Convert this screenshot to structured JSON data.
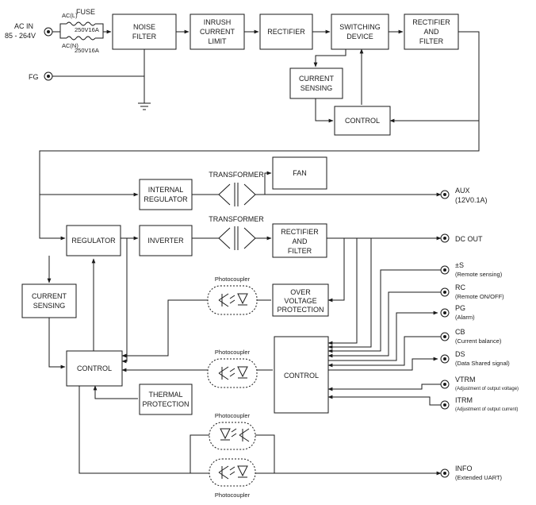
{
  "input": {
    "ac_in": "AC IN",
    "ac_range": "85 - 264V",
    "fuse_title": "FUSE",
    "fuse_l": "AC(L)",
    "fuse_n": "AC(N)",
    "fuse_rating_l": "250V16A",
    "fuse_rating_n": "250V16A",
    "fg": "FG"
  },
  "blocks": {
    "noise_filter": [
      "NOISE",
      "FILTER"
    ],
    "inrush": [
      "INRUSH",
      "CURRENT",
      "LIMIT"
    ],
    "rectifier1": [
      "RECTIFIER"
    ],
    "switching": [
      "SWITCHING",
      "DEVICE"
    ],
    "rect_filter1": [
      "RECTIFIER",
      "AND",
      "FILTER"
    ],
    "current_sensing1": [
      "CURRENT",
      "SENSING"
    ],
    "control1": [
      "CONTROL"
    ],
    "fan": [
      "FAN"
    ],
    "internal_reg": [
      "INTERNAL",
      "REGULATOR"
    ],
    "regulator": [
      "REGULATOR"
    ],
    "inverter": [
      "INVERTER"
    ],
    "rect_filter2": [
      "RECTIFIER",
      "AND",
      "FILTER"
    ],
    "current_sensing2": [
      "CURRENT",
      "SENSING"
    ],
    "ovp": [
      "OVER",
      "VOLTAGE",
      "PROTECTION"
    ],
    "control2": [
      "CONTROL"
    ],
    "control3": [
      "CONTROL"
    ],
    "thermal": [
      "THERMAL",
      "PROTECTION"
    ]
  },
  "labels": {
    "transformer1": "TRANSFORMER",
    "transformer2": "TRANSFORMER",
    "photocoupler1": "Photocoupler",
    "photocoupler2": "Photocoupler",
    "photocoupler3": "Photocoupler",
    "photocoupler4": "Photocoupler"
  },
  "outputs": {
    "aux": [
      "AUX",
      "(12V0.1A)"
    ],
    "dc_out": [
      "DC OUT"
    ],
    "s": [
      "±S",
      "(Remote  sensing)"
    ],
    "rc": [
      "RC",
      "(Remote  ON/OFF)"
    ],
    "pg": [
      "PG",
      "(Alarm)"
    ],
    "cb": [
      "CB",
      "(Current balance)"
    ],
    "ds": [
      "DS",
      "(Data Shared signal)"
    ],
    "vtrm": [
      "VTRM",
      "(Adjustment of output voltage)"
    ],
    "itrm": [
      "ITRM",
      "(Adjustment of output current)"
    ],
    "info": [
      "INFO",
      "(Extended UART)"
    ]
  }
}
